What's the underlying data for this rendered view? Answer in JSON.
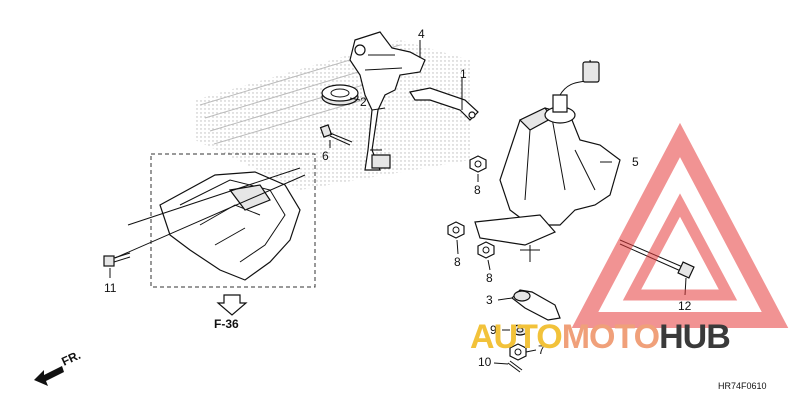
{
  "diagram": {
    "callouts": [
      {
        "id": "c1",
        "label": "1"
      },
      {
        "id": "c2",
        "label": "2"
      },
      {
        "id": "c3",
        "label": "3"
      },
      {
        "id": "c4",
        "label": "4"
      },
      {
        "id": "c5",
        "label": "5"
      },
      {
        "id": "c6",
        "label": "6"
      },
      {
        "id": "c7",
        "label": "7"
      },
      {
        "id": "c8a",
        "label": "8"
      },
      {
        "id": "c8b",
        "label": "8"
      },
      {
        "id": "c8c",
        "label": "8"
      },
      {
        "id": "c9",
        "label": "9"
      },
      {
        "id": "c10",
        "label": "10"
      },
      {
        "id": "c11",
        "label": "11"
      },
      {
        "id": "c12",
        "label": "12"
      }
    ],
    "reference_label": "F-36",
    "direction_label": "FR.",
    "diagram_code": "HR74F0610"
  },
  "watermark": {
    "part1": "AUTO",
    "part2": "MOTO",
    "part3": "HUB",
    "colors": {
      "auto": "#f2c23a",
      "moto": "#f0a07a",
      "hub": "#3a3a3a",
      "triangle": "#e63b3b"
    }
  }
}
